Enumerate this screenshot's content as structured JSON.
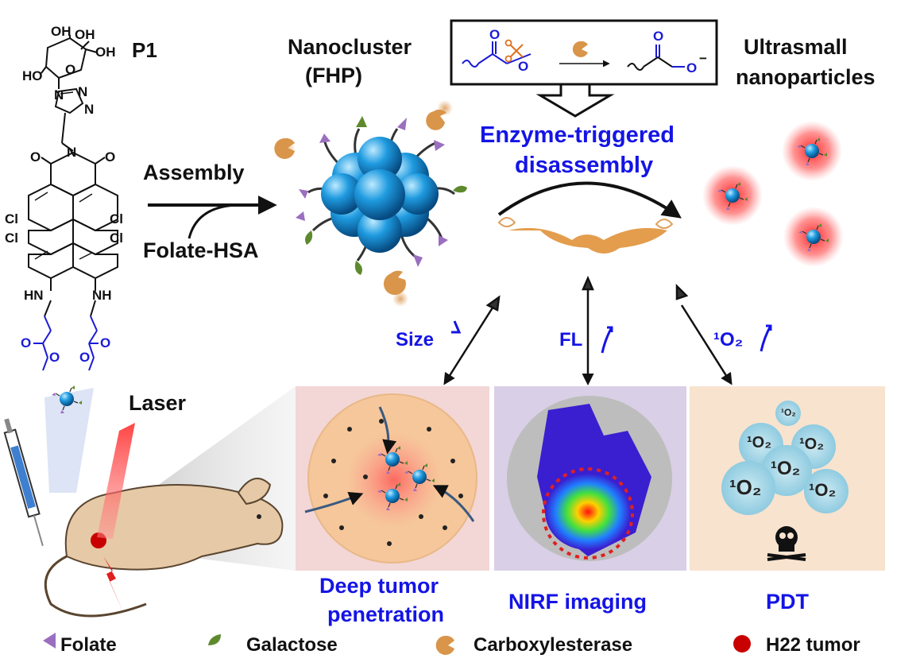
{
  "labels": {
    "compound": "P1",
    "nanocluster": "Nanocluster",
    "fhp": "(FHP)",
    "ultrasmall_line1": "Ultrasmall",
    "ultrasmall_line2": "nanoparticles",
    "assembly": "Assembly",
    "folate_hsa": "Folate-HSA",
    "enzyme_line1": "Enzyme-triggered",
    "enzyme_line2": "disassembly",
    "size": "Size",
    "fl": "FL",
    "singlet_oxygen": "¹O₂",
    "laser": "Laser",
    "deep_line1": "Deep tumor",
    "deep_line2": "penetration",
    "nirf": "NIRF imaging",
    "pdt": "PDT"
  },
  "legend": [
    {
      "label": "Folate",
      "icon": "folate-triangle-icon",
      "color": "#9b6fc0"
    },
    {
      "label": "Galactose",
      "icon": "galactose-leaf-icon",
      "color": "#5e8a2e"
    },
    {
      "label": "Carboxylesterase",
      "icon": "enzyme-pacman-icon",
      "color": "#d9954a"
    },
    {
      "label": "H22 tumor",
      "icon": "tumor-dot-icon",
      "color": "#c80000"
    }
  ],
  "chem_text": {
    "oh1": "OH",
    "oh2": "OH",
    "oh3": "OH",
    "ho": "HO",
    "o_ring": "O",
    "n1": "N",
    "n2": "N",
    "n3": "N",
    "imide_n": "N",
    "imide_o1": "O",
    "imide_o2": "O",
    "cl1": "Cl",
    "cl2": "Cl",
    "cl3": "Cl",
    "cl4": "Cl",
    "hn": "HN",
    "nh": "NH",
    "ester_o1": "O",
    "ester_o2": "O",
    "ester_o3": "O",
    "ester_o4": "O",
    "rx_o1": "O",
    "rx_o2": "O",
    "rx_o3": "O",
    "rx_o4": "O",
    "rx_minus": "−"
  },
  "pdt_bubbles": [
    "¹O₂",
    "¹O₂",
    "¹O₂",
    "¹O₂",
    "¹O₂",
    "¹O₂"
  ],
  "colors": {
    "text_blue": "#1414e6",
    "nanoparticle": "#1a8fd6",
    "tumor_red": "#e02020",
    "panel1_bg": "#f3d6d6",
    "panel2_bg": "#d9cfe6",
    "panel3_bg": "#f8e3cf"
  }
}
